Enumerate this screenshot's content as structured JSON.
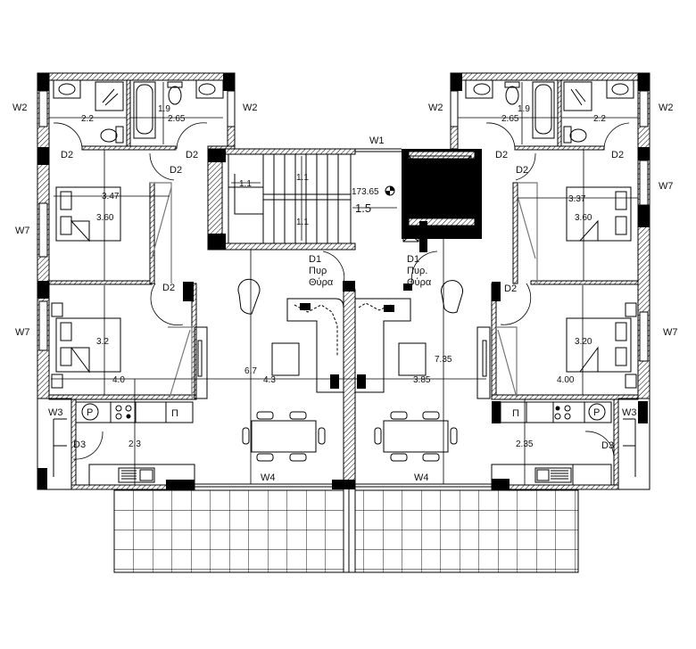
{
  "title": "Floor plan - two apartments with central stair and elevator",
  "windows": {
    "w2": [
      "W2",
      "W2",
      "W2",
      "W2"
    ],
    "w7": [
      "W7",
      "W7",
      "W7",
      "W7"
    ],
    "w1": "W1",
    "w3": [
      "W3",
      "W3"
    ],
    "w4": [
      "W4",
      "W4"
    ]
  },
  "doors": {
    "d2": [
      "D2",
      "D2",
      "D2",
      "D2",
      "D2",
      "D2",
      "D2",
      "D2"
    ],
    "d3": [
      "D3",
      "D3"
    ],
    "d1_left": {
      "code": "D1",
      "line1": "Πυρ",
      "line2": "Θύρα"
    },
    "d1_right": {
      "code": "D1",
      "line1": "Πυρ.",
      "line2": "Θύρα"
    }
  },
  "dimensions": {
    "left": {
      "bath1_width": "2.2",
      "bath_depth": "1.9",
      "bath2_width": "2.65",
      "bed1_width": "3.47",
      "bed1_depth": "3.60",
      "bed2_depth": "3.2",
      "bed2_width": "4.0",
      "living_depth": "6.7",
      "living_width": "4.3",
      "kitchen_depth": "2.3"
    },
    "stair": {
      "flight_width": "1.1",
      "landing_upper": "1.1",
      "landing_lower": "1.1",
      "level": "173.65",
      "landing": "1.5"
    },
    "right": {
      "bath2_width": "2.65",
      "bath_depth": "1.9",
      "bath1_width": "2.2",
      "bed1_width": "3.37",
      "bed1_depth": "3.60",
      "bed2_depth": "3.20",
      "bed2_width": "4.00",
      "living_depth": "7.35",
      "living_width": "3.85",
      "kitchen_depth": "2.35"
    }
  },
  "appliances": {
    "boiler": "P",
    "fridge": "Π"
  },
  "colors": {
    "wall": "#000000",
    "furniture": "#777777",
    "background": "#ffffff"
  }
}
